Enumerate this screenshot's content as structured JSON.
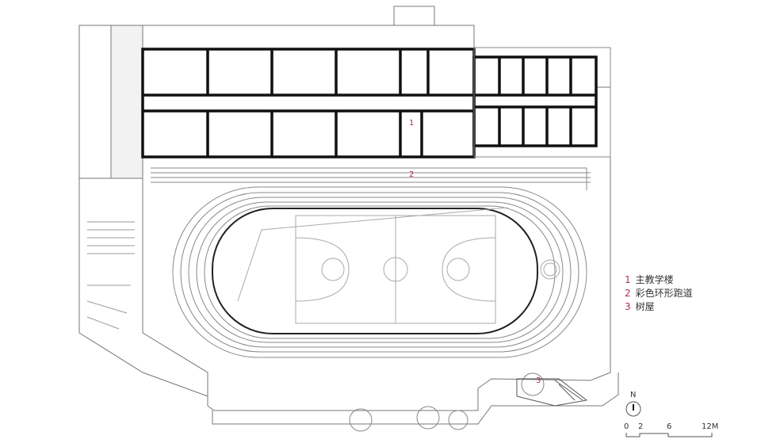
{
  "legend": [
    {
      "num": "1",
      "text": "主教学楼"
    },
    {
      "num": "2",
      "text": "彩色环形跑道"
    },
    {
      "num": "3",
      "text": "树屋"
    }
  ],
  "plan_labels": [
    "1",
    "2",
    "3"
  ],
  "north_label": "N",
  "scale_ticks": [
    "0",
    "2",
    "6",
    "12M"
  ],
  "colors": {
    "label": "#b0304a",
    "line": "#555555",
    "wall": "#111111"
  }
}
